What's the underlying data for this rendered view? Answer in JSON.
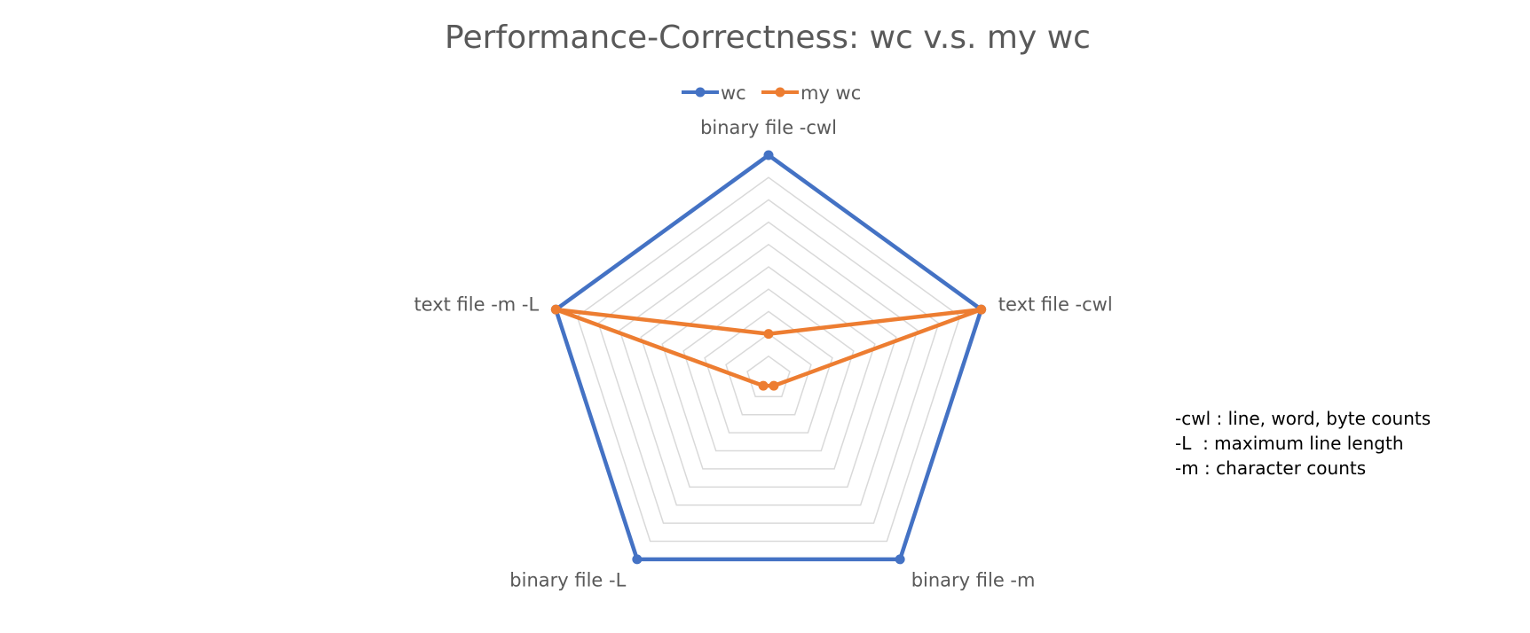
{
  "chart_data": {
    "type": "radar",
    "title": "Performance-Correctness: wc v.s. my wc",
    "categories": [
      "binary file -cwl",
      "text file -cwl",
      "binary file -m",
      "binary file -L",
      "text file -m -L"
    ],
    "series": [
      {
        "name": "wc",
        "values": [
          10,
          10,
          10,
          10,
          10
        ],
        "color": "#4472C4"
      },
      {
        "name": "my wc",
        "values": [
          2,
          10,
          0.4,
          0.4,
          10
        ],
        "color": "#ED7D31"
      }
    ],
    "rlim": [
      0,
      10
    ],
    "gridlines": 10,
    "grid": true,
    "legend": "top",
    "grid_color": "#D9D9D9"
  },
  "notes": [
    "-cwl : line, word, byte counts",
    "-L  : maximum line length",
    "-m : character counts"
  ]
}
